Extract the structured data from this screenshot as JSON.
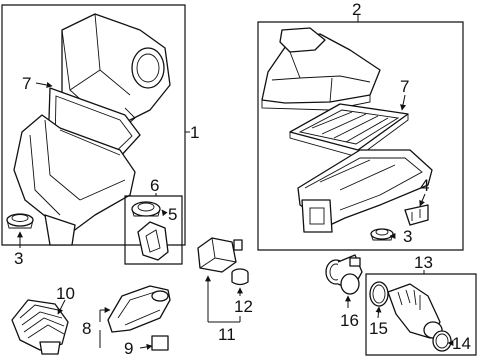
{
  "callouts": {
    "c1": "1",
    "c2": "2",
    "c3a": "3",
    "c3b": "3",
    "c4": "4",
    "c5": "5",
    "c6": "6",
    "c7a": "7",
    "c7b": "7",
    "c8": "8",
    "c9": "9",
    "c10": "10",
    "c11": "11",
    "c12": "12",
    "c13": "13",
    "c14": "14",
    "c15": "15",
    "c16": "16"
  }
}
